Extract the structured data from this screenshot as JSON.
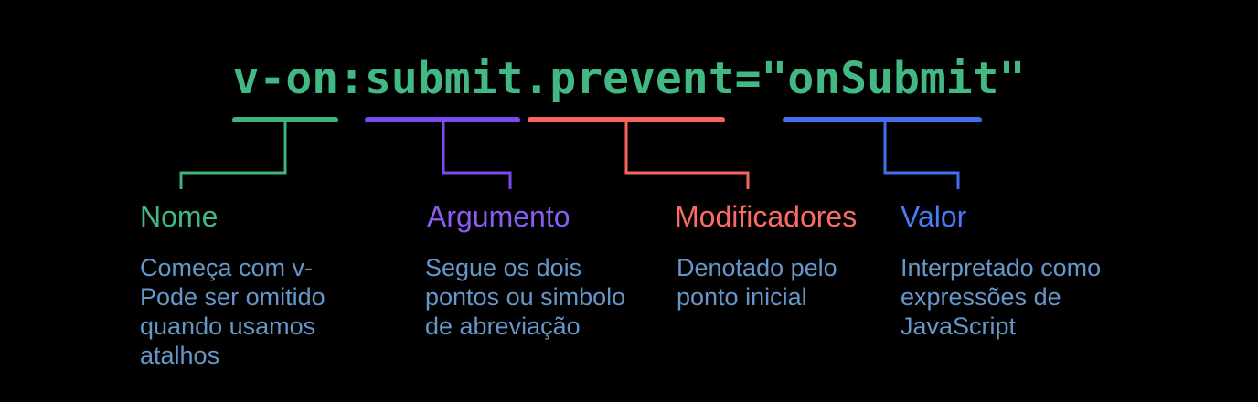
{
  "background_color": "#000000",
  "code": {
    "text": "v-on:submit.prevent=\"onSubmit\"",
    "color": "#42b883"
  },
  "description_text_color": "#6697c8",
  "annotations": [
    {
      "token": "v-on",
      "label": "Nome",
      "description": "Começa com v-\nPode ser omitido\nquando usamos\natalhos",
      "accent_color": "#3eb47f",
      "label_color": "#42b883"
    },
    {
      "token": "submit",
      "label": "Argumento",
      "description": "Segue os dois\npontos ou simbolo\nde abreviação",
      "accent_color": "#7c4bf0",
      "label_color": "#8a5cf0"
    },
    {
      "token": "prevent",
      "label": "Modificadores",
      "description": "Denotado pelo\nponto inicial",
      "accent_color": "#f9655e",
      "label_color": "#fa6b66"
    },
    {
      "token": "onSubmit",
      "label": "Valor",
      "description": "Interpretado como\nexpressões de\nJavaScript",
      "accent_color": "#4170ee",
      "label_color": "#4b79f8"
    }
  ]
}
